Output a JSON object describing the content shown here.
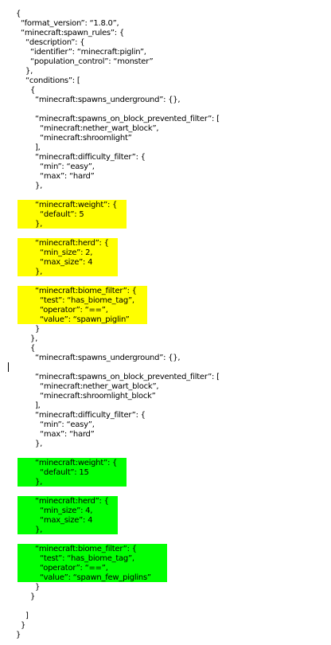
{
  "colors": {
    "highlight_yellow": "#ffff00",
    "highlight_green": "#00ff00"
  },
  "lines": [
    "{",
    "  “format_version”: “1.8.0”,",
    "  “minecraft:spawn_rules”: {",
    "    “description”: {",
    "      “identifier”: “minecraft:piglin”,",
    "      “population_control”: “monster”",
    "    },",
    "    “conditions”: [",
    "      {",
    "        “minecraft:spawns_underground”: {},",
    "",
    "        “minecraft:spawns_on_block_prevented_filter”: [",
    "          “minecraft:nether_wart_block”,",
    "          “minecraft:shroomlight”",
    "        ],",
    "        “minecraft:difficulty_filter”: {",
    "          “min”: “easy”,",
    "          “max”: “hard”",
    "        },",
    "",
    "        “minecraft:weight”: {",
    "          “default”: 5",
    "        },",
    "",
    "        “minecraft:herd”: {",
    "          “min_size”: 2,",
    "          “max_size”: 4",
    "        },",
    "",
    "        “minecraft:biome_filter”: {",
    "          “test”: “has_biome_tag”,",
    "          “operator”: “==”,",
    "          “value”: “spawn_piglin”",
    "        }",
    "      },",
    "      {",
    "        “minecraft:spawns_underground”: {},",
    "",
    "        “minecraft:spawns_on_block_prevented_filter”: [",
    "          “minecraft:nether_wart_block”,",
    "          “minecraft:shroomlight_block”",
    "        ],",
    "        “minecraft:difficulty_filter”: {",
    "          “min”: “easy”,",
    "          “max”: “hard”",
    "        },",
    "",
    "        “minecraft:weight”: {",
    "          “default”: 15",
    "        },",
    "",
    "        “minecraft:herd”: {",
    "          “min_size”: 4,",
    "          “max_size”: 4",
    "        },",
    "",
    "        “minecraft:biome_filter”: {",
    "          “test”: “has_biome_tag”,",
    "          “operator”: “==”,",
    "          “value”: “spawn_few_piglins”",
    "        }",
    "      }",
    "",
    "    ]",
    "  }",
    "}"
  ]
}
